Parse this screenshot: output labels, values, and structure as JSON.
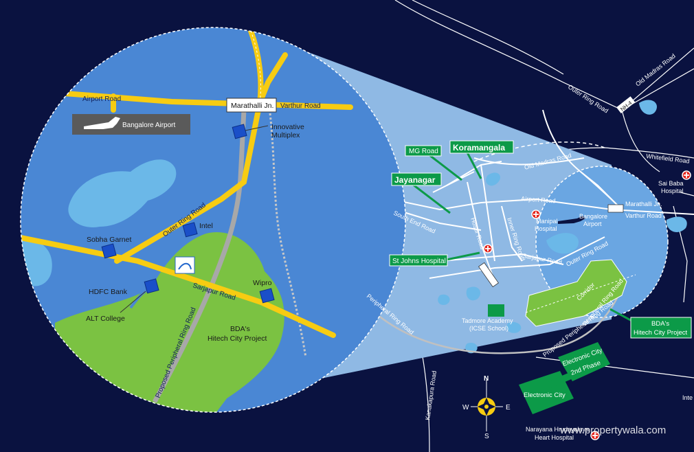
{
  "colors": {
    "background": "#0a1240",
    "circle_fill": "#4a87d4",
    "lens_fill": "#8fb9e4",
    "water": "#6bb8e8",
    "green_zone": "#7bc242",
    "major_road": "#f7cc12",
    "label_green": "#0c9a48",
    "hospital_red": "#e3231b"
  },
  "zoom_view": {
    "airport_road": "Airport Road",
    "varthur_road": "Varthur Road",
    "marathalli_jn": "Marathalli Jn.",
    "bangalore_airport": "Bangalore Airport",
    "innovative_multiplex_1": "Innovative",
    "innovative_multiplex_2": "Multiplex",
    "outer_ring_road": "Outer Ring Road",
    "intel": "Intel",
    "sobha_garnet": "Sobha Garnet",
    "hdfc_bank": "HDFC Bank",
    "alt_college": "ALT College",
    "sarjapur_road": "Sarjapur Road",
    "wipro": "Wipro",
    "bda_1": "BDA's",
    "bda_2": "Hitech City Project",
    "peripheral_ring_road": "Proposed Peripheral Ring Road"
  },
  "overview": {
    "outer_ring_road": "Outer Ring Road",
    "old_madras_road_top": "Old Madras Road",
    "nh4": "NH-4",
    "old_madras_road": "Old Madras Road",
    "whitefield_road": "Whitefield Road",
    "sai_baba_1": "Sai Baba",
    "sai_baba_2": "Hospital",
    "mg_road": "MG Road",
    "koramangala": "Koramangala",
    "jayanagar": "Jayanagar",
    "south_end_road": "South End Road",
    "hosur_road": "Hosur Road",
    "inner_ring_road": "Inner Ring Road",
    "airport_road": "Airport Road",
    "manipal_1": "Manipal",
    "manipal_2": "Hospital",
    "bangalore_airport_1": "Bangalore",
    "bangalore_airport_2": "Airport",
    "marathalli_jn": "Marathalli Jn.",
    "varthur_road": "Varthur Road",
    "sarjapur_road": "Sarjapur Road",
    "outer_ring_road_2": "Outer Ring Road",
    "corridor": "Corridor",
    "peripheral_ring_road_short": "Peripheral Ring Road",
    "st_johns": "St Johns Hospital",
    "tadmore_1": "Tadmore Academy",
    "tadmore_2": "(ICSE School)",
    "peripheral_ring_road": "Peripheral Ring Road",
    "proposed_peripheral": "Proposed Peripheral Ring Road",
    "bda_1": "BDA's",
    "bda_2": "Hitech City Project",
    "electronic_city_2nd_1": "Electronic City",
    "electronic_city_2nd_2": "2nd Phase",
    "electronic_city": "Electronic City",
    "kanakapura_road": "Kanakapura Road",
    "narayana_1": "Narayana Hrudayalaya",
    "narayana_2": "Heart Hospital",
    "inte": "Inte"
  },
  "compass": {
    "n": "N",
    "s": "S",
    "e": "E",
    "w": "W"
  },
  "watermark": "www.propertywala.com"
}
